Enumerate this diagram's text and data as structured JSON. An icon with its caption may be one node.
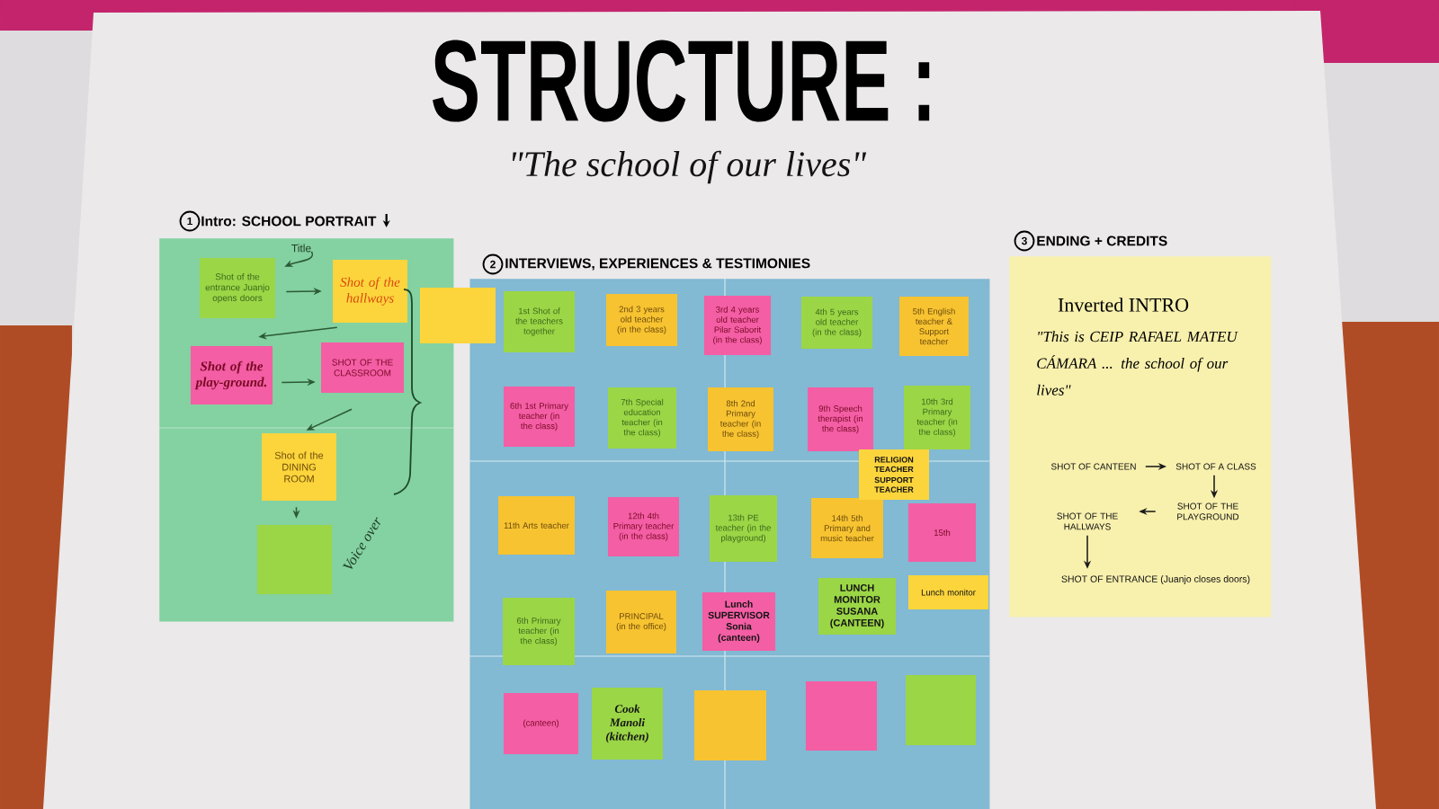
{
  "diagram": {
    "title": "STRUCTURE :",
    "nodes": [
      {
        "text": [
          "1",
          "Intro: SCHOOL PORTRAIT"
        ]
      },
      {
        "text": [
          "Title"
        ],
        "in": 0
      },
      {
        "text": [
          "Shot of the entrance Juanjo opens doors"
        ],
        "in": 0
      },
      {
        "text": [
          "Shot of the hallways"
        ],
        "in": 0
      },
      {
        "text": [
          "Shot of the play-ground."
        ],
        "in": 0
      },
      {
        "text": [
          "SHOT OF THE CLASSROOM"
        ],
        "in": 0
      },
      {
        "text": [
          "Shot of the DINING ROOM"
        ],
        "in": 0
      },
      {
        "text": [],
        "shape": "box",
        "in": 0
      },
      {
        "text": [],
        "shape": "box"
      },
      {
        "text": [
          "2",
          "INTERVIEWS, EXPERIENCES & TESTIMONIES"
        ]
      },
      {
        "text": [
          "1st Shot of the teachers together"
        ],
        "in": 9
      },
      {
        "text": [
          "2nd 3 years old teacher (in the class)"
        ],
        "in": 9
      },
      {
        "text": [
          "3rd 4 years old teacher Pilar Saborit (in the class)"
        ],
        "in": 9
      },
      {
        "text": [
          "4th 5 years old teacher (in the class)"
        ],
        "in": 9
      },
      {
        "text": [
          "5th English teacher & Support teacher"
        ],
        "in": 9
      },
      {
        "text": [
          "6th 1st Primary teacher (in the class)"
        ],
        "in": 9
      },
      {
        "text": [
          "7th Special education teacher (in the class)"
        ],
        "in": 9
      },
      {
        "text": [
          "8th 2nd Primary teacher (in the class)"
        ],
        "in": 9
      },
      {
        "text": [
          "9th Speech therapist (in the class)"
        ],
        "in": 9
      },
      {
        "text": [
          "10th 3rd Primary teacher (in the class)"
        ],
        "in": 9
      },
      {
        "text": [
          "RELIGION TEACHER",
          "SUPPORT TEACHER"
        ],
        "in": 9
      },
      {
        "text": [
          "11th Arts teacher"
        ],
        "in": 9
      },
      {
        "text": [
          "12th 4th Primary teacher (in the class)"
        ],
        "in": 9
      },
      {
        "text": [
          "13th PE teacher (in the playground)"
        ],
        "in": 9
      },
      {
        "text": [
          "14th 5th Primary and music teacher"
        ],
        "in": 9
      },
      {
        "text": [
          "15th"
        ],
        "in": 9
      },
      {
        "text": [
          "6th Primary teacher (in the class)"
        ],
        "in": 9
      },
      {
        "text": [
          "PRINCIPAL (in the office)"
        ],
        "in": 9
      },
      {
        "text": [
          "Lunch SUPERVISOR Sonia (canteen)"
        ],
        "in": 9
      },
      {
        "text": [
          "LUNCH MONITOR SUSANA (CANTEEN)"
        ],
        "in": 9
      },
      {
        "text": [
          "Lunch monitor"
        ],
        "in": 9
      },
      {
        "text": [
          "(canteen)"
        ],
        "in": 9
      },
      {
        "text": [
          "Cook Manoli (kitchen)"
        ],
        "in": 9
      },
      {
        "text": [],
        "shape": "box",
        "in": 9
      },
      {
        "text": [],
        "shape": "box",
        "in": 9
      },
      {
        "text": [],
        "shape": "box",
        "in": 9
      },
      {
        "text": [
          "3",
          "ENDING + CREDITS",
          "Inverted INTRO",
          "\"This is CEIP RAFAEL MATEU CÁMARA ... the school of our lives\""
        ]
      },
      {
        "text": [
          "SHOT OF CANTEEN"
        ],
        "in": 36
      },
      {
        "text": [
          "SHOT OF A CLASS"
        ],
        "in": 36
      },
      {
        "text": [
          "SHOT OF THE HALLWAYS"
        ],
        "in": 36
      },
      {
        "text": [
          "SHOT OF THE PLAYGROUND"
        ],
        "in": 36
      },
      {
        "text": [
          "SHOT OF ENTRANCE (Juanjo closes doors)"
        ],
        "in": 36
      }
    ],
    "edges": [
      {
        "from": 1,
        "to": 2,
        "arrow": "to"
      },
      {
        "from": 2,
        "to": 3,
        "arrow": "to"
      },
      {
        "from": 3,
        "to": 4,
        "arrow": "to"
      },
      {
        "from": 4,
        "to": 5,
        "arrow": "to"
      },
      {
        "from": 5,
        "to": 6,
        "arrow": "to"
      },
      {
        "from": 6,
        "to": 7,
        "arrow": "to"
      },
      {
        "from": 37,
        "to": 38,
        "arrow": "to",
        "color": "#1a1a1a"
      },
      {
        "from": 38,
        "to": 40,
        "arrow": "to",
        "color": "#1a1a1a"
      },
      {
        "from": 40,
        "to": 39,
        "arrow": "to",
        "color": "#1a1a1a"
      },
      {
        "from": 39,
        "to": 41,
        "arrow": "to",
        "color": "#1a1a1a"
      }
    ],
    "labels": [
      "\"The school of our lives\"",
      "Voice over"
    ]
  }
}
